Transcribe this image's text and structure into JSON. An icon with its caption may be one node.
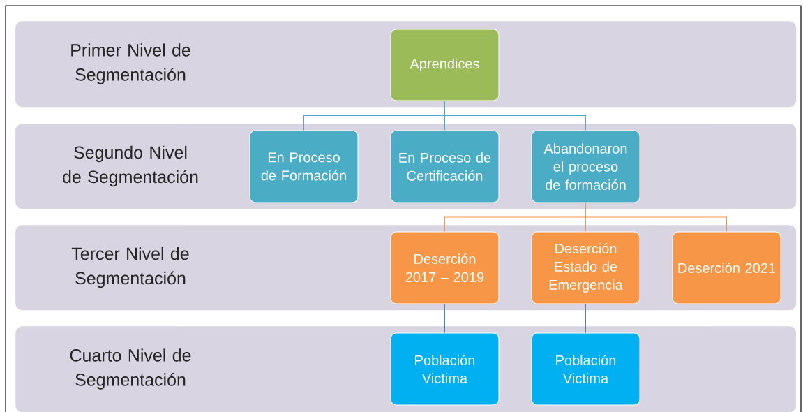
{
  "diagram": {
    "nodes": [
      {
        "text": [
          "Primer Nivel de Segmentación"
        ]
      },
      {
        "text": [
          "Aprendices"
        ],
        "in": 0
      },
      {
        "text": [
          "Segundo Nivel de Segmentación"
        ]
      },
      {
        "text": [
          "En Proceso de Formación"
        ],
        "in": 2
      },
      {
        "text": [
          "En Proceso de Certificación"
        ],
        "in": 2
      },
      {
        "text": [
          "Abandonaron el proceso de formación"
        ],
        "in": 2
      },
      {
        "text": [
          "Tercer Nivel de Segmentación"
        ]
      },
      {
        "text": [
          "Deserción 2017 – 2019"
        ],
        "in": 6
      },
      {
        "text": [
          "Deserción Estado de Emergencia"
        ],
        "in": 6
      },
      {
        "text": [
          "Deserción 2021"
        ],
        "in": 6
      },
      {
        "text": [
          "Cuarto Nivel de Segmentación"
        ]
      },
      {
        "text": [
          "Población Victima"
        ],
        "in": 10
      },
      {
        "text": [
          "Población Victima"
        ],
        "in": 10
      }
    ],
    "edges": [
      {
        "from": 1,
        "to": 3,
        "arrow": "none",
        "color": "#4bacc6"
      },
      {
        "from": 1,
        "to": 4,
        "arrow": "none",
        "color": "#4bacc6"
      },
      {
        "from": 1,
        "to": 5,
        "arrow": "none",
        "color": "#4bacc6"
      },
      {
        "from": 5,
        "to": 7,
        "arrow": "none",
        "color": "#f79646"
      },
      {
        "from": 5,
        "to": 8,
        "arrow": "none",
        "color": "#f79646"
      },
      {
        "from": 5,
        "to": 9,
        "arrow": "none",
        "color": "#f79646"
      },
      {
        "from": 7,
        "to": 11,
        "arrow": "none",
        "color": "#4f81bd"
      },
      {
        "from": 8,
        "to": 12,
        "arrow": "none",
        "color": "#4f81bd"
      }
    ]
  }
}
